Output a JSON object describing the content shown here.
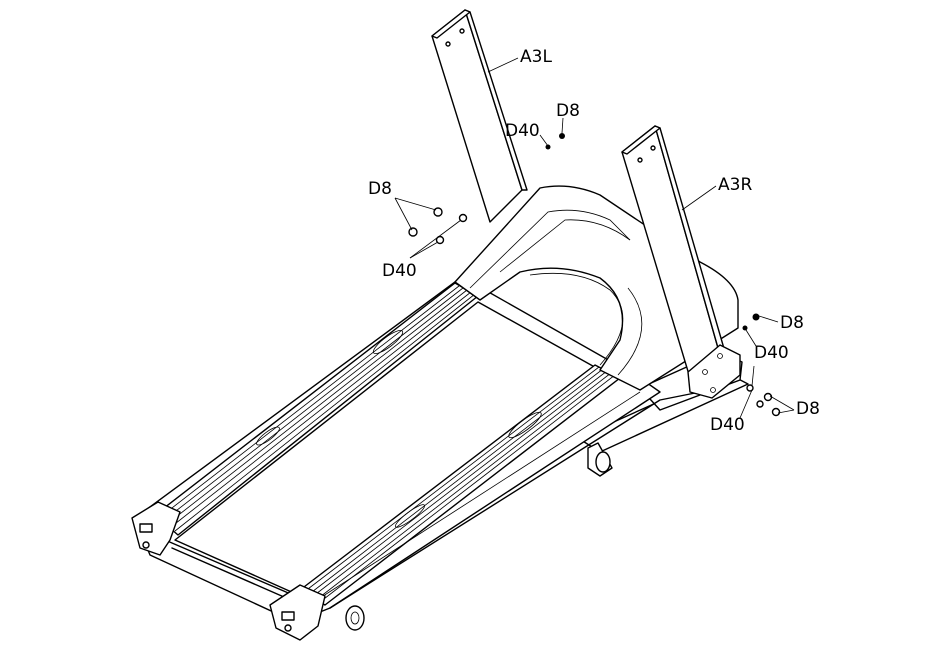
{
  "labels": {
    "a3l": "A3L",
    "a3r": "A3R",
    "d8_top": "D8",
    "d40_top": "D40",
    "d8_left": "D8",
    "d40_left": "D40",
    "d8_right_top": "D8",
    "d40_right_mid": "D40",
    "d40_right_bottom": "D40",
    "d8_right_bottom": "D8"
  }
}
